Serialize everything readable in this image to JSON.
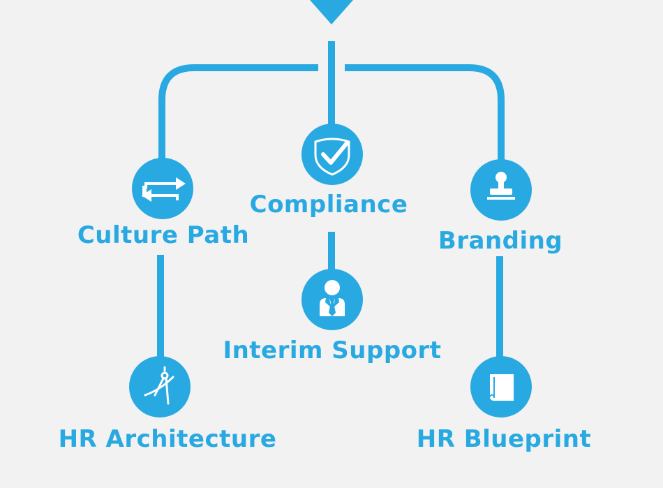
{
  "colors": {
    "accent": "#29a9e1",
    "background": "#f2f2f2",
    "icon": "#ffffff"
  },
  "nodes": {
    "culture_path": {
      "label": "Culture Path",
      "icon": "arrows-icon"
    },
    "compliance": {
      "label": "Compliance",
      "icon": "shield-check-icon"
    },
    "branding": {
      "label": "Branding",
      "icon": "stamp-icon"
    },
    "interim_support": {
      "label": "Interim Support",
      "icon": "businessman-icon"
    },
    "hr_architecture": {
      "label": "HR Architecture",
      "icon": "compass-icon"
    },
    "hr_blueprint": {
      "label": "HR Blueprint",
      "icon": "blueprint-icon"
    }
  }
}
